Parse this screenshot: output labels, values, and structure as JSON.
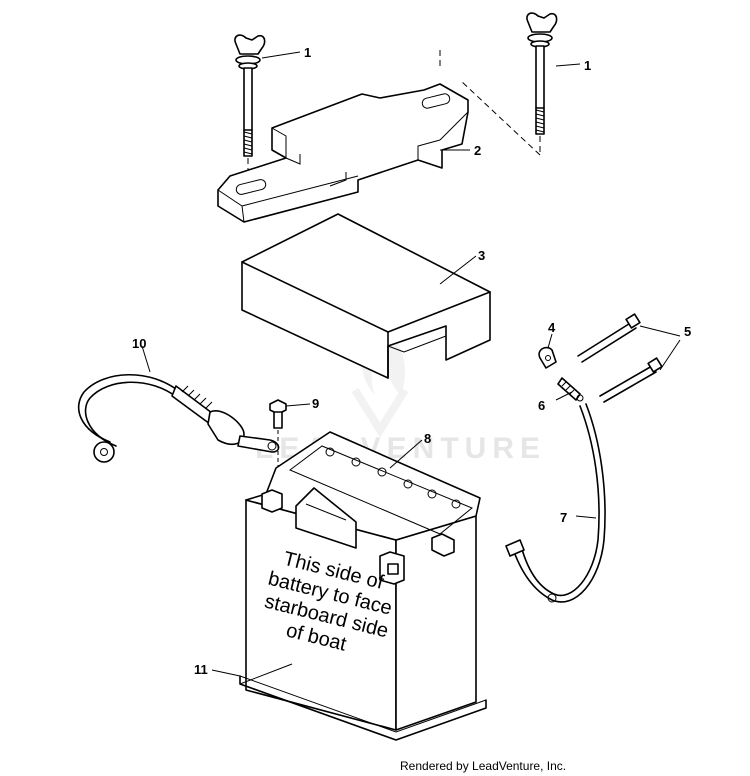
{
  "watermark": {
    "brand": "LEADVENTURE"
  },
  "callouts": [
    {
      "id": "1a",
      "label": "1"
    },
    {
      "id": "1b",
      "label": "1"
    },
    {
      "id": "2",
      "label": "2"
    },
    {
      "id": "3",
      "label": "3"
    },
    {
      "id": "4",
      "label": "4"
    },
    {
      "id": "5",
      "label": "5"
    },
    {
      "id": "6",
      "label": "6"
    },
    {
      "id": "7",
      "label": "7"
    },
    {
      "id": "8",
      "label": "8"
    },
    {
      "id": "9",
      "label": "9"
    },
    {
      "id": "10",
      "label": "10"
    },
    {
      "id": "11",
      "label": "11"
    }
  ],
  "battery_label": {
    "lines": [
      "This side of",
      "battery to face",
      "starboard side",
      "of boat"
    ]
  },
  "footer": {
    "credit": "Rendered by LeadVenture, Inc."
  }
}
